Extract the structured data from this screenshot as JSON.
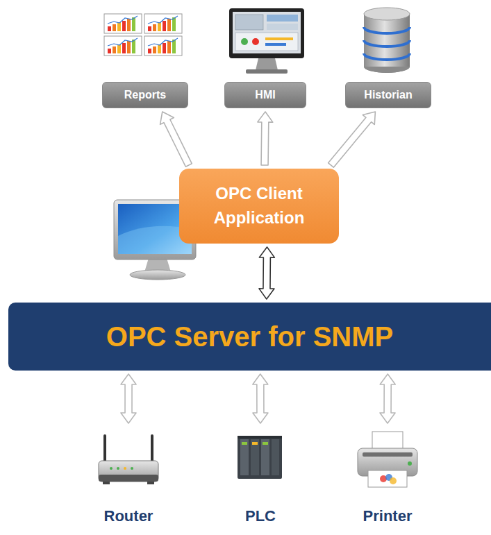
{
  "diagram": {
    "nodes": [
      {
        "text": [
          "Reports"
        ]
      },
      {
        "text": [
          "HMI"
        ]
      },
      {
        "text": [
          "Historian"
        ]
      },
      {
        "text": [
          "OPC Client Application"
        ]
      },
      {
        "text": [
          "OPC Server for SNMP"
        ]
      },
      {
        "text": [
          "Router"
        ]
      },
      {
        "text": [
          "PLC"
        ]
      },
      {
        "text": [
          "Printer"
        ]
      }
    ],
    "edges": [
      {
        "from": 3,
        "to": 0,
        "arrow": "to"
      },
      {
        "from": 3,
        "to": 1,
        "arrow": "to"
      },
      {
        "from": 3,
        "to": 2,
        "arrow": "to"
      },
      {
        "from": 3,
        "to": 4,
        "arrow": "both"
      },
      {
        "from": 4,
        "to": 5,
        "arrow": "both"
      },
      {
        "from": 4,
        "to": 6,
        "arrow": "both"
      },
      {
        "from": 4,
        "to": 7,
        "arrow": "both"
      }
    ]
  }
}
